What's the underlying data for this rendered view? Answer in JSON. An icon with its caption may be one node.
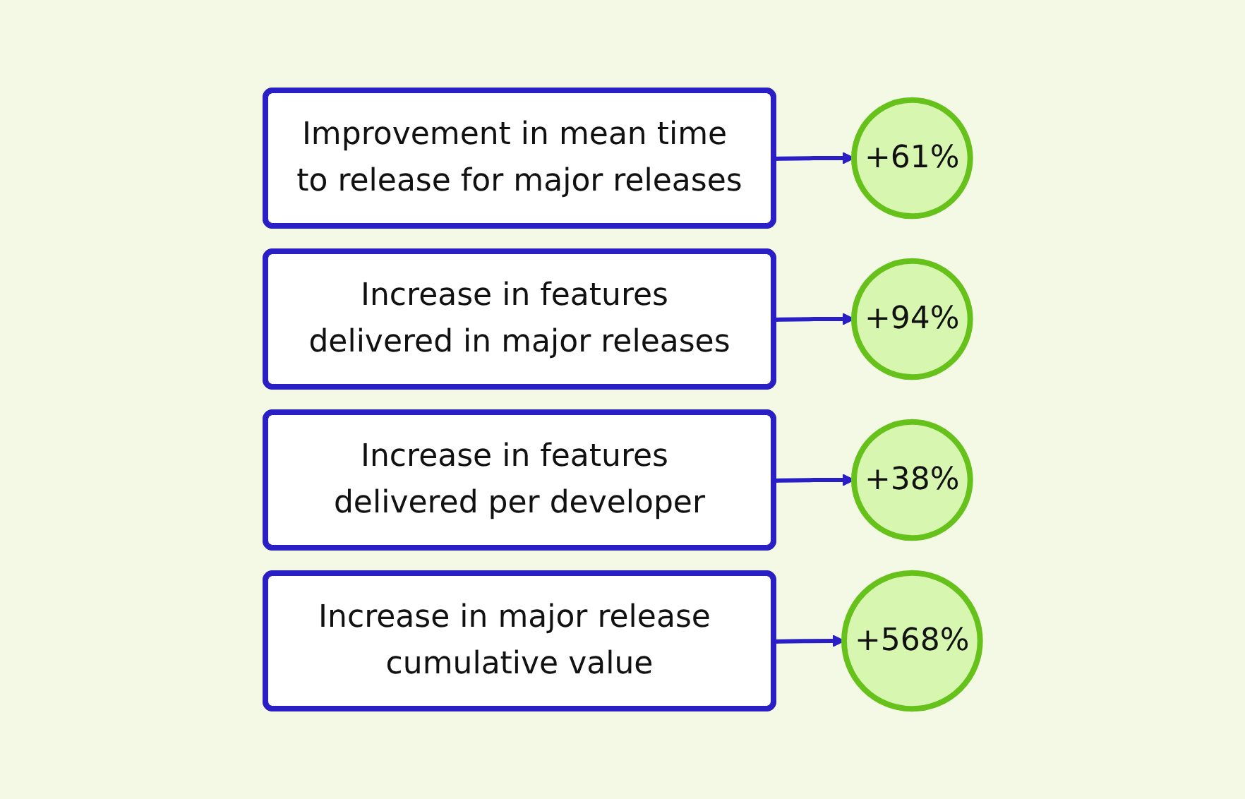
{
  "diagram": {
    "nodes": [
      {
        "text": [
          "Improvement in mean time to release for major releases"
        ]
      },
      {
        "text": [
          "+61%"
        ]
      },
      {
        "text": [
          "Increase in features delivered in major releases"
        ]
      },
      {
        "text": [
          "+94%"
        ]
      },
      {
        "text": [
          "Increase in features delivered per developer"
        ]
      },
      {
        "text": [
          "+38%"
        ]
      },
      {
        "text": [
          "Increase in major release cumulative value"
        ]
      },
      {
        "text": [
          "+568%"
        ]
      }
    ],
    "edges": [
      {
        "from": 0,
        "to": 1,
        "arrow": "to"
      },
      {
        "from": 2,
        "to": 3,
        "arrow": "to"
      },
      {
        "from": 4,
        "to": 5,
        "arrow": "to"
      },
      {
        "from": 6,
        "to": 7,
        "arrow": "to"
      }
    ]
  }
}
